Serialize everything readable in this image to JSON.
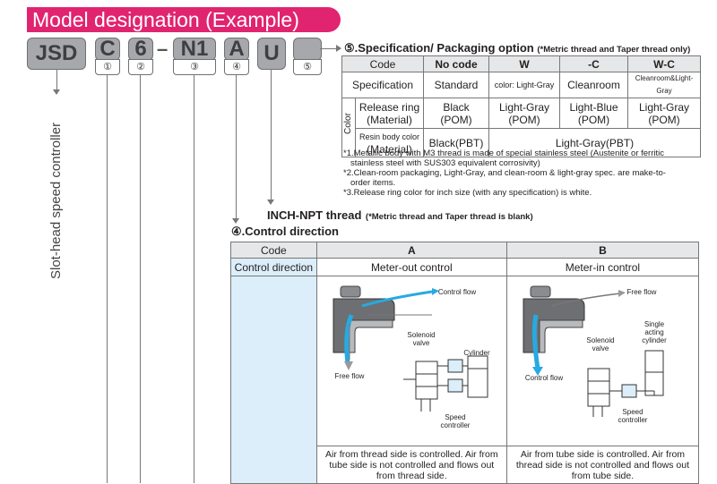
{
  "header": {
    "title": "Model designation (Example)"
  },
  "model_code": {
    "parts": [
      "JSD",
      "C",
      "6",
      "N1",
      "A",
      "U",
      ""
    ],
    "dash": "–",
    "numbers": [
      "①",
      "②",
      "③",
      "④",
      "⑤"
    ]
  },
  "vertical_label": "Slot-head speed controller",
  "spec": {
    "title": "⑤.Specification/ Packaging option",
    "title_note": "(*Metric thread and Taper thread only)",
    "columns": [
      "Code",
      "No code",
      "W",
      "-C",
      "W-C"
    ],
    "spec_row": [
      "Specification",
      "Standard",
      "color: Light-Gray",
      "Cleanroom",
      "Cleanroom&Light-Gray"
    ],
    "color_label": "Color",
    "release_ring": {
      "label_1": "Release ring",
      "label_2": "(Material)",
      "values": [
        [
          "Black",
          "(POM)"
        ],
        [
          "Light-Gray",
          "(POM)"
        ],
        [
          "Light-Blue",
          "(POM)"
        ],
        [
          "Light-Gray",
          "(POM)"
        ]
      ]
    },
    "resin_body": {
      "label_1": "Resin body color",
      "label_2": "(Material)",
      "value_1": "Black(PBT)",
      "value_2": "Light-Gray(PBT)"
    }
  },
  "notes": [
    "*1.Metallic body with M3 thread is made of special stainless steel (Austenite or ferritic",
    "stainless steel with SUS303 equivalent corrosivity)",
    "*2.Clean-room packaging, Light-Gray, and clean-room & light-gray spec. are make-to-",
    "order items.",
    "*3.Release ring color for inch size (with any specification) is white."
  ],
  "inch": {
    "label": "INCH-NPT thread",
    "note": "(*Metric thread and Taper thread is blank)"
  },
  "control": {
    "title": "④.Control direction",
    "code_label": "Code",
    "col_a": "A",
    "col_b": "B",
    "row_label": "Control direction",
    "a_value": "Meter-out control",
    "b_value": "Meter-in control",
    "fig_a": {
      "control_flow": "Control flow",
      "free_flow": "Free flow",
      "solenoid": "Solenoid valve",
      "cylinder": "Cylinder",
      "speed": "Speed controller"
    },
    "fig_b": {
      "free_flow": "Free flow",
      "control_flow": "Control flow",
      "solenoid": "Solenoid valve",
      "cylinder": "Single acting cylinder",
      "speed": "Speed controller"
    },
    "a_desc": [
      "Air from thread side is controlled. Air from",
      "tube side is not controlled and flows out",
      "from thread side."
    ],
    "b_desc": [
      "Air from tube side is controlled. Air from",
      "thread side is not controlled and flows out",
      "from tube side."
    ]
  },
  "colors": {
    "accent": "#e1246f",
    "box": "#a6a8ab",
    "cell_blue": "#dbeefa",
    "flow_blue": "#27aae1"
  }
}
